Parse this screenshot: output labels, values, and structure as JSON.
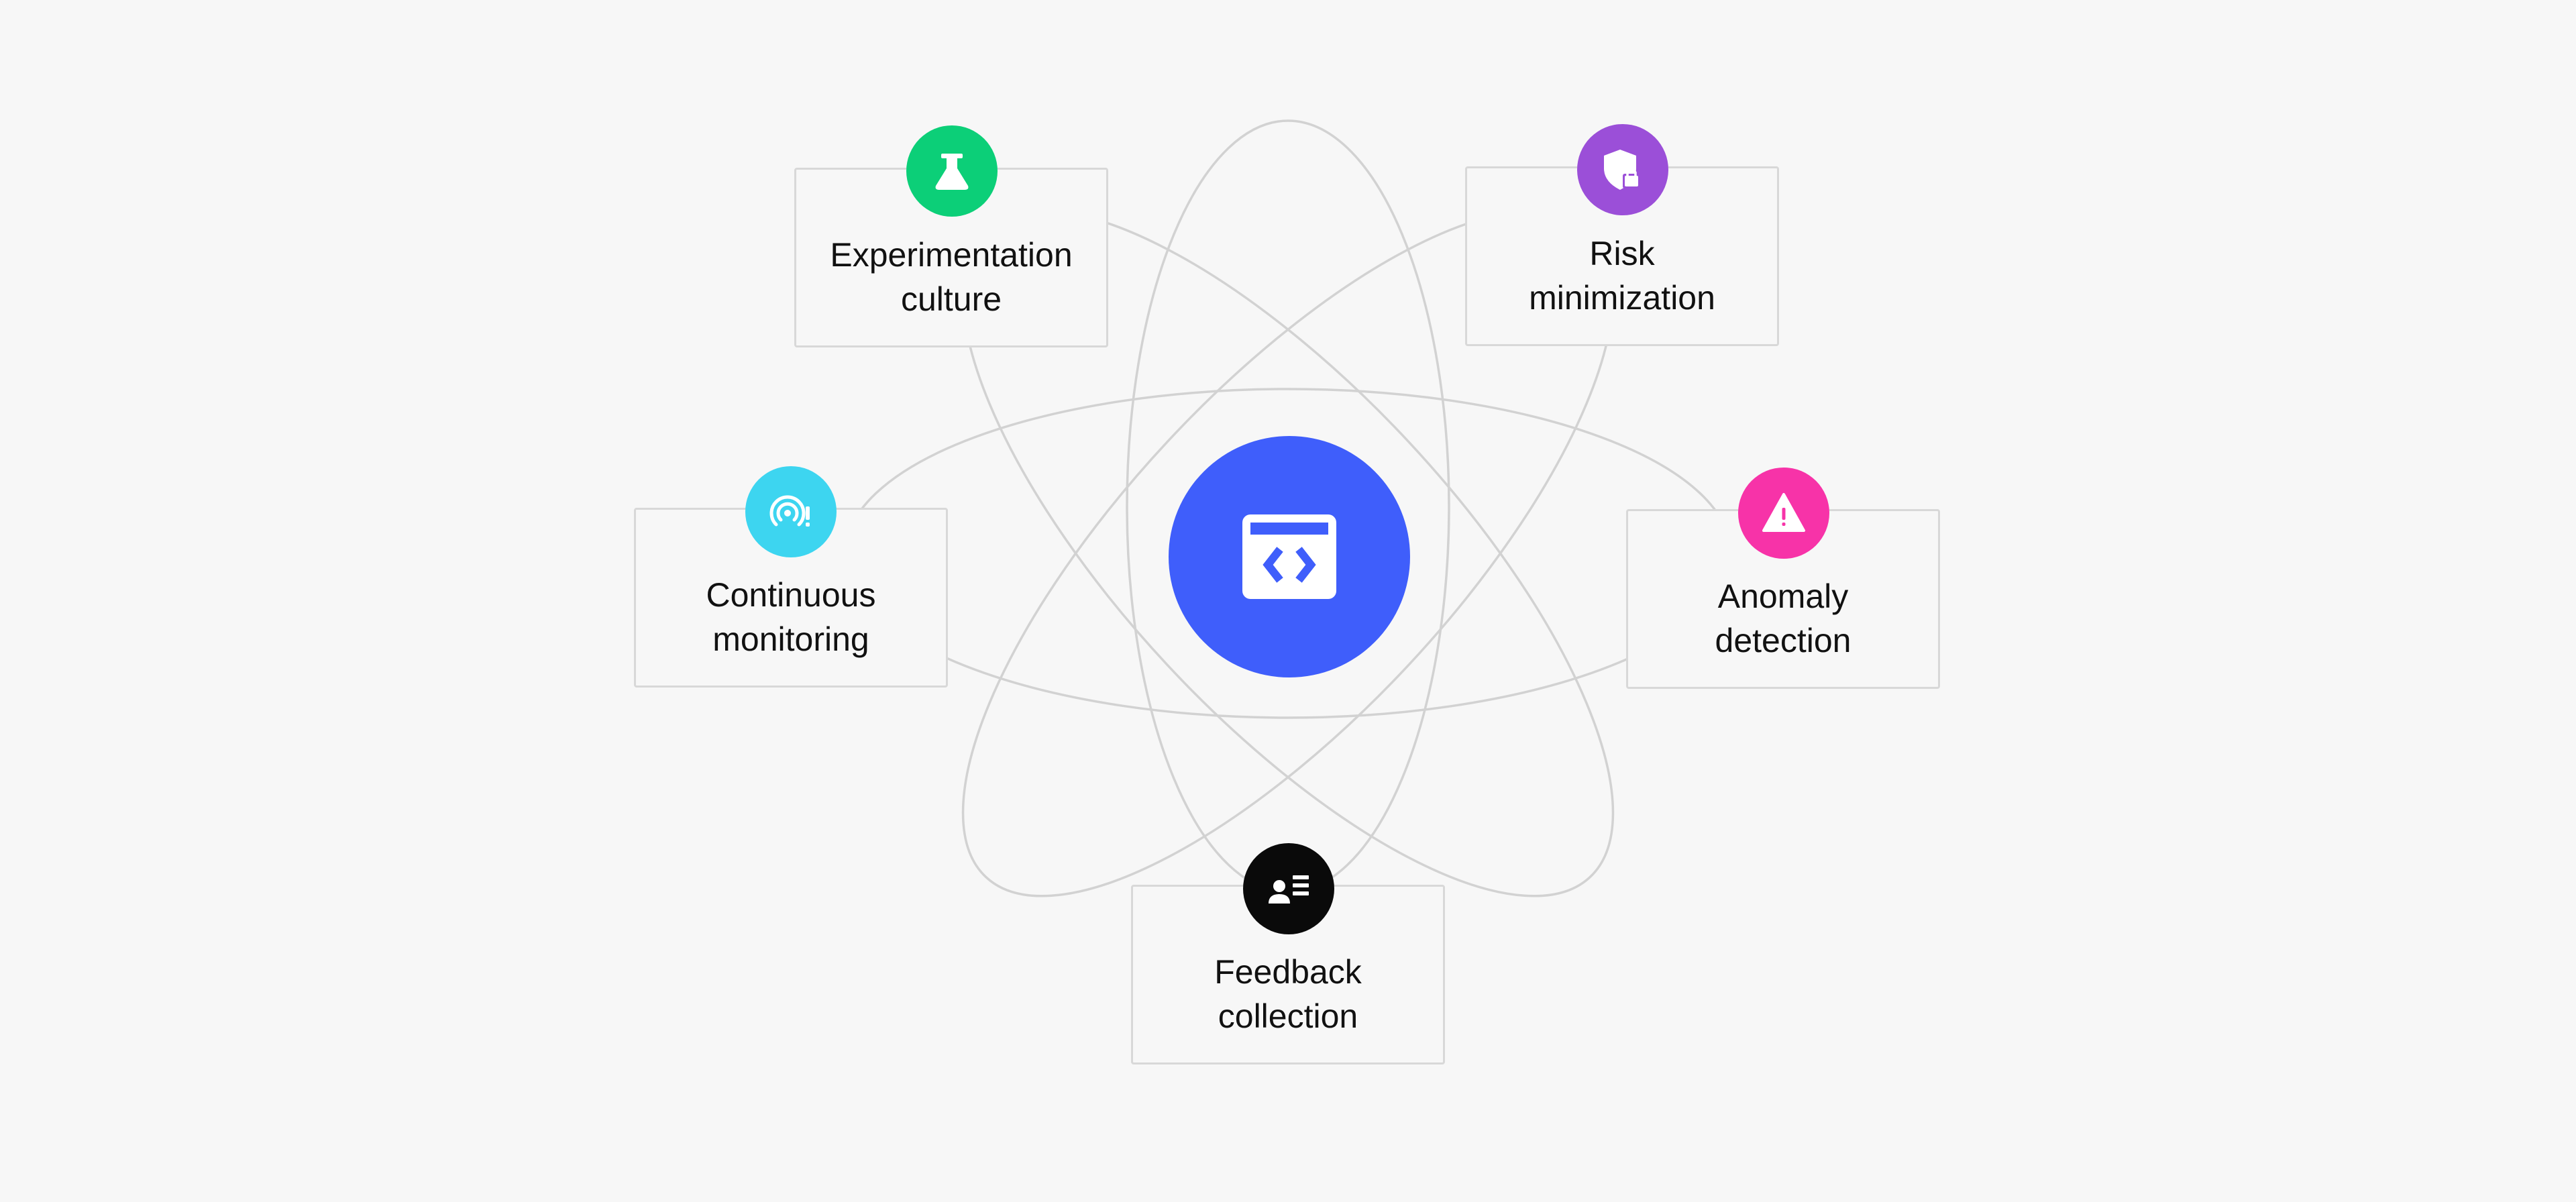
{
  "colors": {
    "background": "#f7f7f7",
    "orbit_line": "#d2d2d2",
    "card_border": "#d8d8d8",
    "hub": "#3f5efb"
  },
  "hub": {
    "icon": "code-window-icon",
    "color": "#3f5efb"
  },
  "nodes": [
    {
      "id": "experimentation",
      "label": "Experimentation\nculture",
      "icon": "flask-icon",
      "color": "#0ccf78"
    },
    {
      "id": "risk",
      "label": "Risk\nminimization",
      "icon": "shield-lock-icon",
      "color": "#9b4fd8"
    },
    {
      "id": "monitoring",
      "label": "Continuous\nmonitoring",
      "icon": "signal-alert-icon",
      "color": "#3dd5f0"
    },
    {
      "id": "anomaly",
      "label": "Anomaly\ndetection",
      "icon": "warning-triangle-icon",
      "color": "#f733a8"
    },
    {
      "id": "feedback",
      "label": "Feedback\ncollection",
      "icon": "contact-card-icon",
      "color": "#0a0a0a"
    }
  ]
}
